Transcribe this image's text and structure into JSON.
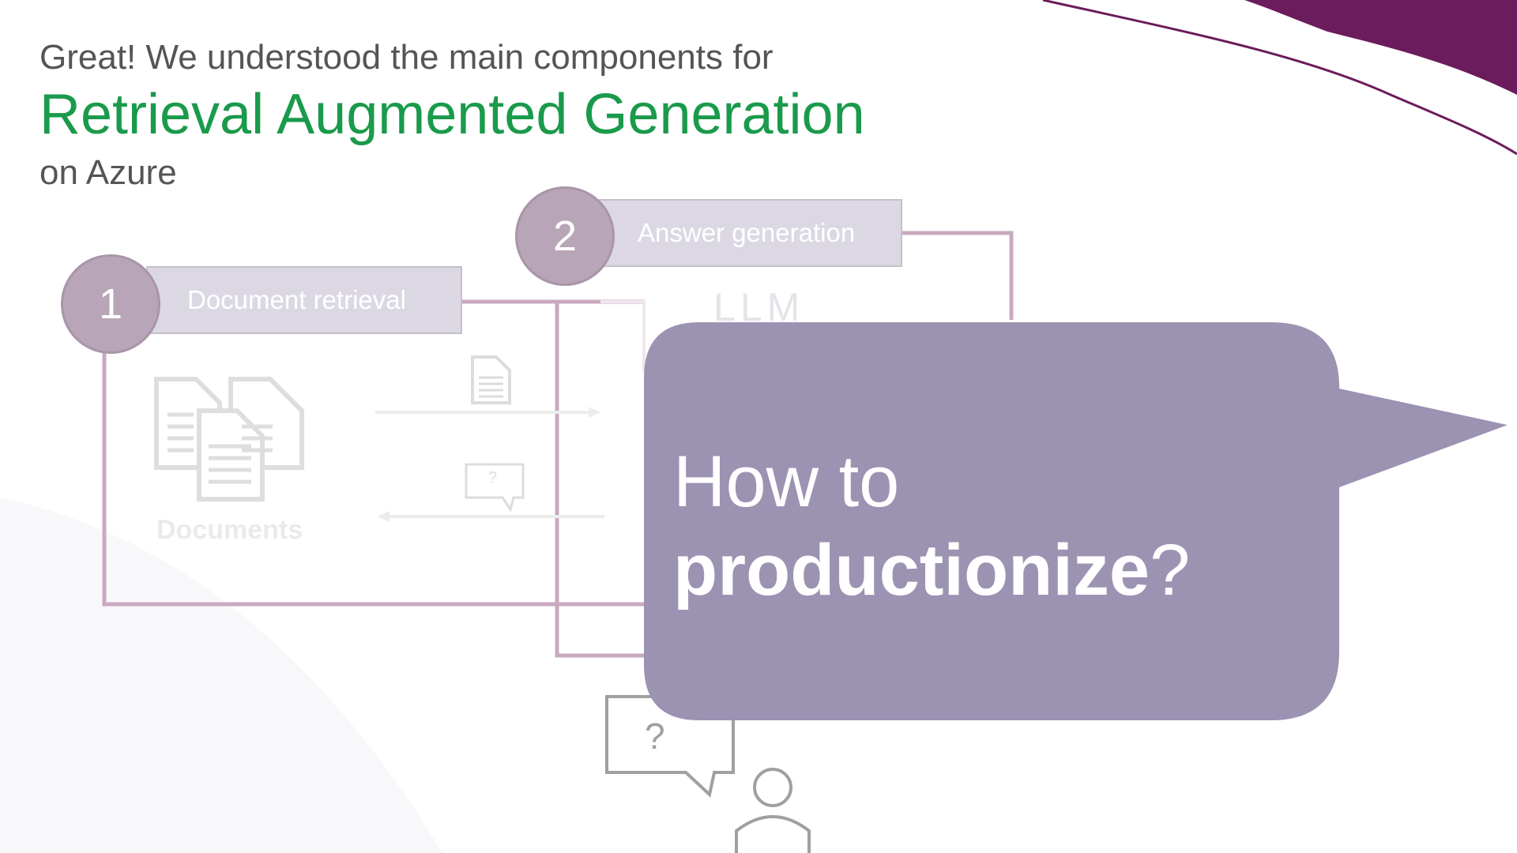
{
  "header": {
    "intro": "Great! We understood the main components for",
    "title": "Retrieval Augmented Generation",
    "subtitle": "on Azure"
  },
  "steps": [
    {
      "number": "1",
      "label": "Document retrieval"
    },
    {
      "number": "2",
      "label": "Answer generation"
    }
  ],
  "diagram": {
    "llm_label": "LLM",
    "documents_label": "Documents",
    "question_mark": "?",
    "small_question_mark": "?"
  },
  "callout": {
    "line1": "How to",
    "line2_bold": "productionize",
    "line2_end": "?"
  },
  "colors": {
    "title_green": "#1a9a4b",
    "accent_purple": "#6b1c5c",
    "bubble": "#9c92b2",
    "connector": "#c9a9c0"
  }
}
